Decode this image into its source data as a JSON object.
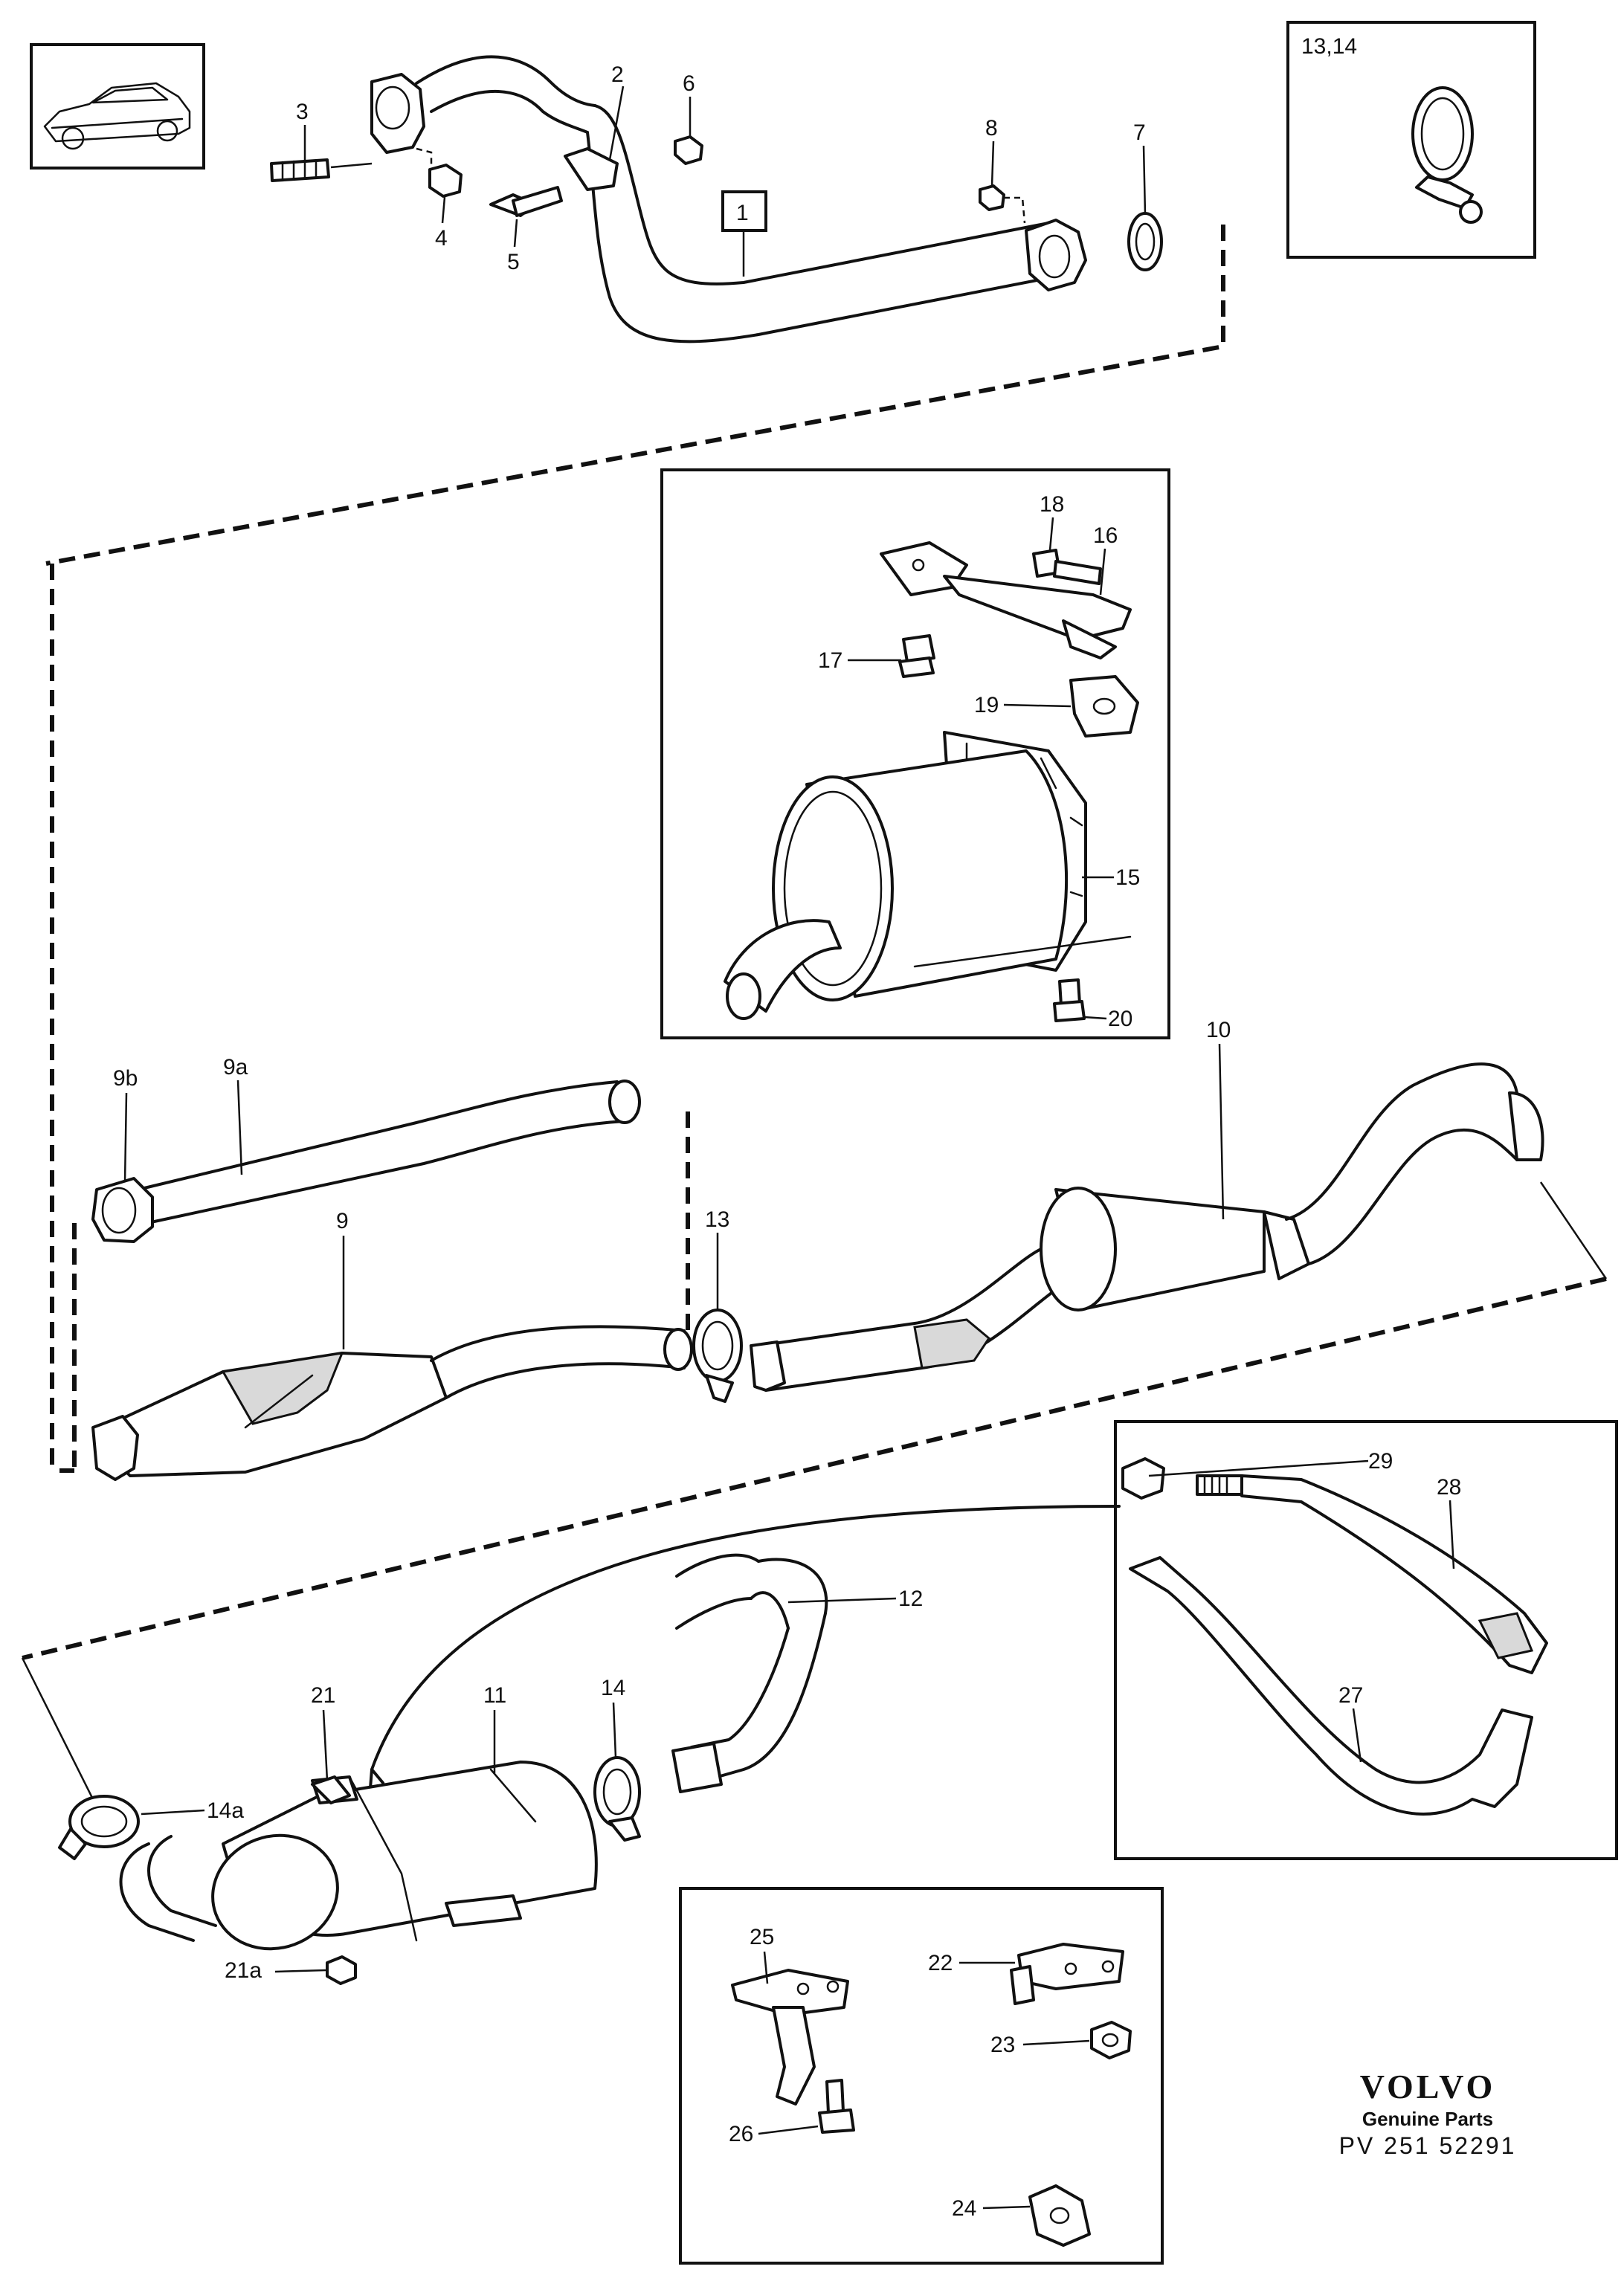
{
  "labels": {
    "p1": "1",
    "p2": "2",
    "p3": "3",
    "p4": "4",
    "p5": "5",
    "p6": "6",
    "p7": "7",
    "p8": "8",
    "p9": "9",
    "p9a": "9a",
    "p9b": "9b",
    "p10": "10",
    "p11": "11",
    "p12": "12",
    "p13": "13",
    "p13_14": "13,14",
    "p14": "14",
    "p14a": "14a",
    "p15": "15",
    "p16": "16",
    "p17": "17",
    "p18": "18",
    "p19": "19",
    "p20": "20",
    "p21": "21",
    "p21a": "21a",
    "p22": "22",
    "p23": "23",
    "p24": "24",
    "p25": "25",
    "p26": "26",
    "p27": "27",
    "p28": "28",
    "p29": "29"
  },
  "brand": {
    "logo": "VOLVO",
    "subtitle": "Genuine Parts",
    "code": "PV 251 52291"
  },
  "colors": {
    "ink": "#111111",
    "background": "#ffffff",
    "shade": "#d9d9d9"
  }
}
